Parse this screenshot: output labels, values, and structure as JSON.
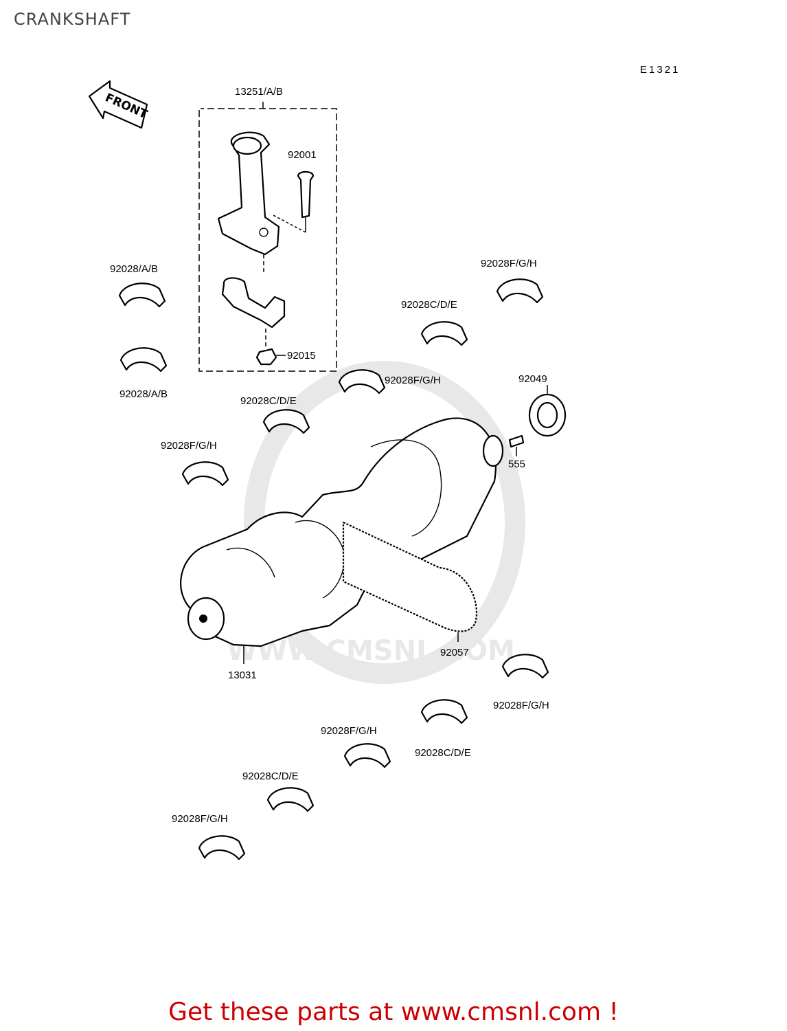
{
  "page": {
    "title": "CRANKSHAFT",
    "diagram_code": "E1321",
    "front_marker": "FRONT",
    "watermark": "WWW.CMSNL.COM",
    "footer_link": "Get these parts at www.cmsnl.com !"
  },
  "parts": [
    {
      "label": "13251/A/B"
    },
    {
      "label": "92001"
    },
    {
      "label": "92015"
    },
    {
      "label": "92028/A/B"
    },
    {
      "label": "92028/A/B"
    },
    {
      "label": "92028F/G/H"
    },
    {
      "label": "92028C/D/E"
    },
    {
      "label": "92028F/G/H"
    },
    {
      "label": "92049"
    },
    {
      "label": "92028C/D/E"
    },
    {
      "label": "555"
    },
    {
      "label": "92028F/G/H"
    },
    {
      "label": "92057"
    },
    {
      "label": "13031"
    },
    {
      "label": "92028F/G/H"
    },
    {
      "label": "92028C/D/E"
    },
    {
      "label": "92028F/G/H"
    },
    {
      "label": "92028C/D/E"
    },
    {
      "label": "92028F/G/H"
    }
  ],
  "colors": {
    "footer": "#cc0000",
    "title": "#444444",
    "watermark": "#d9d9d9"
  }
}
